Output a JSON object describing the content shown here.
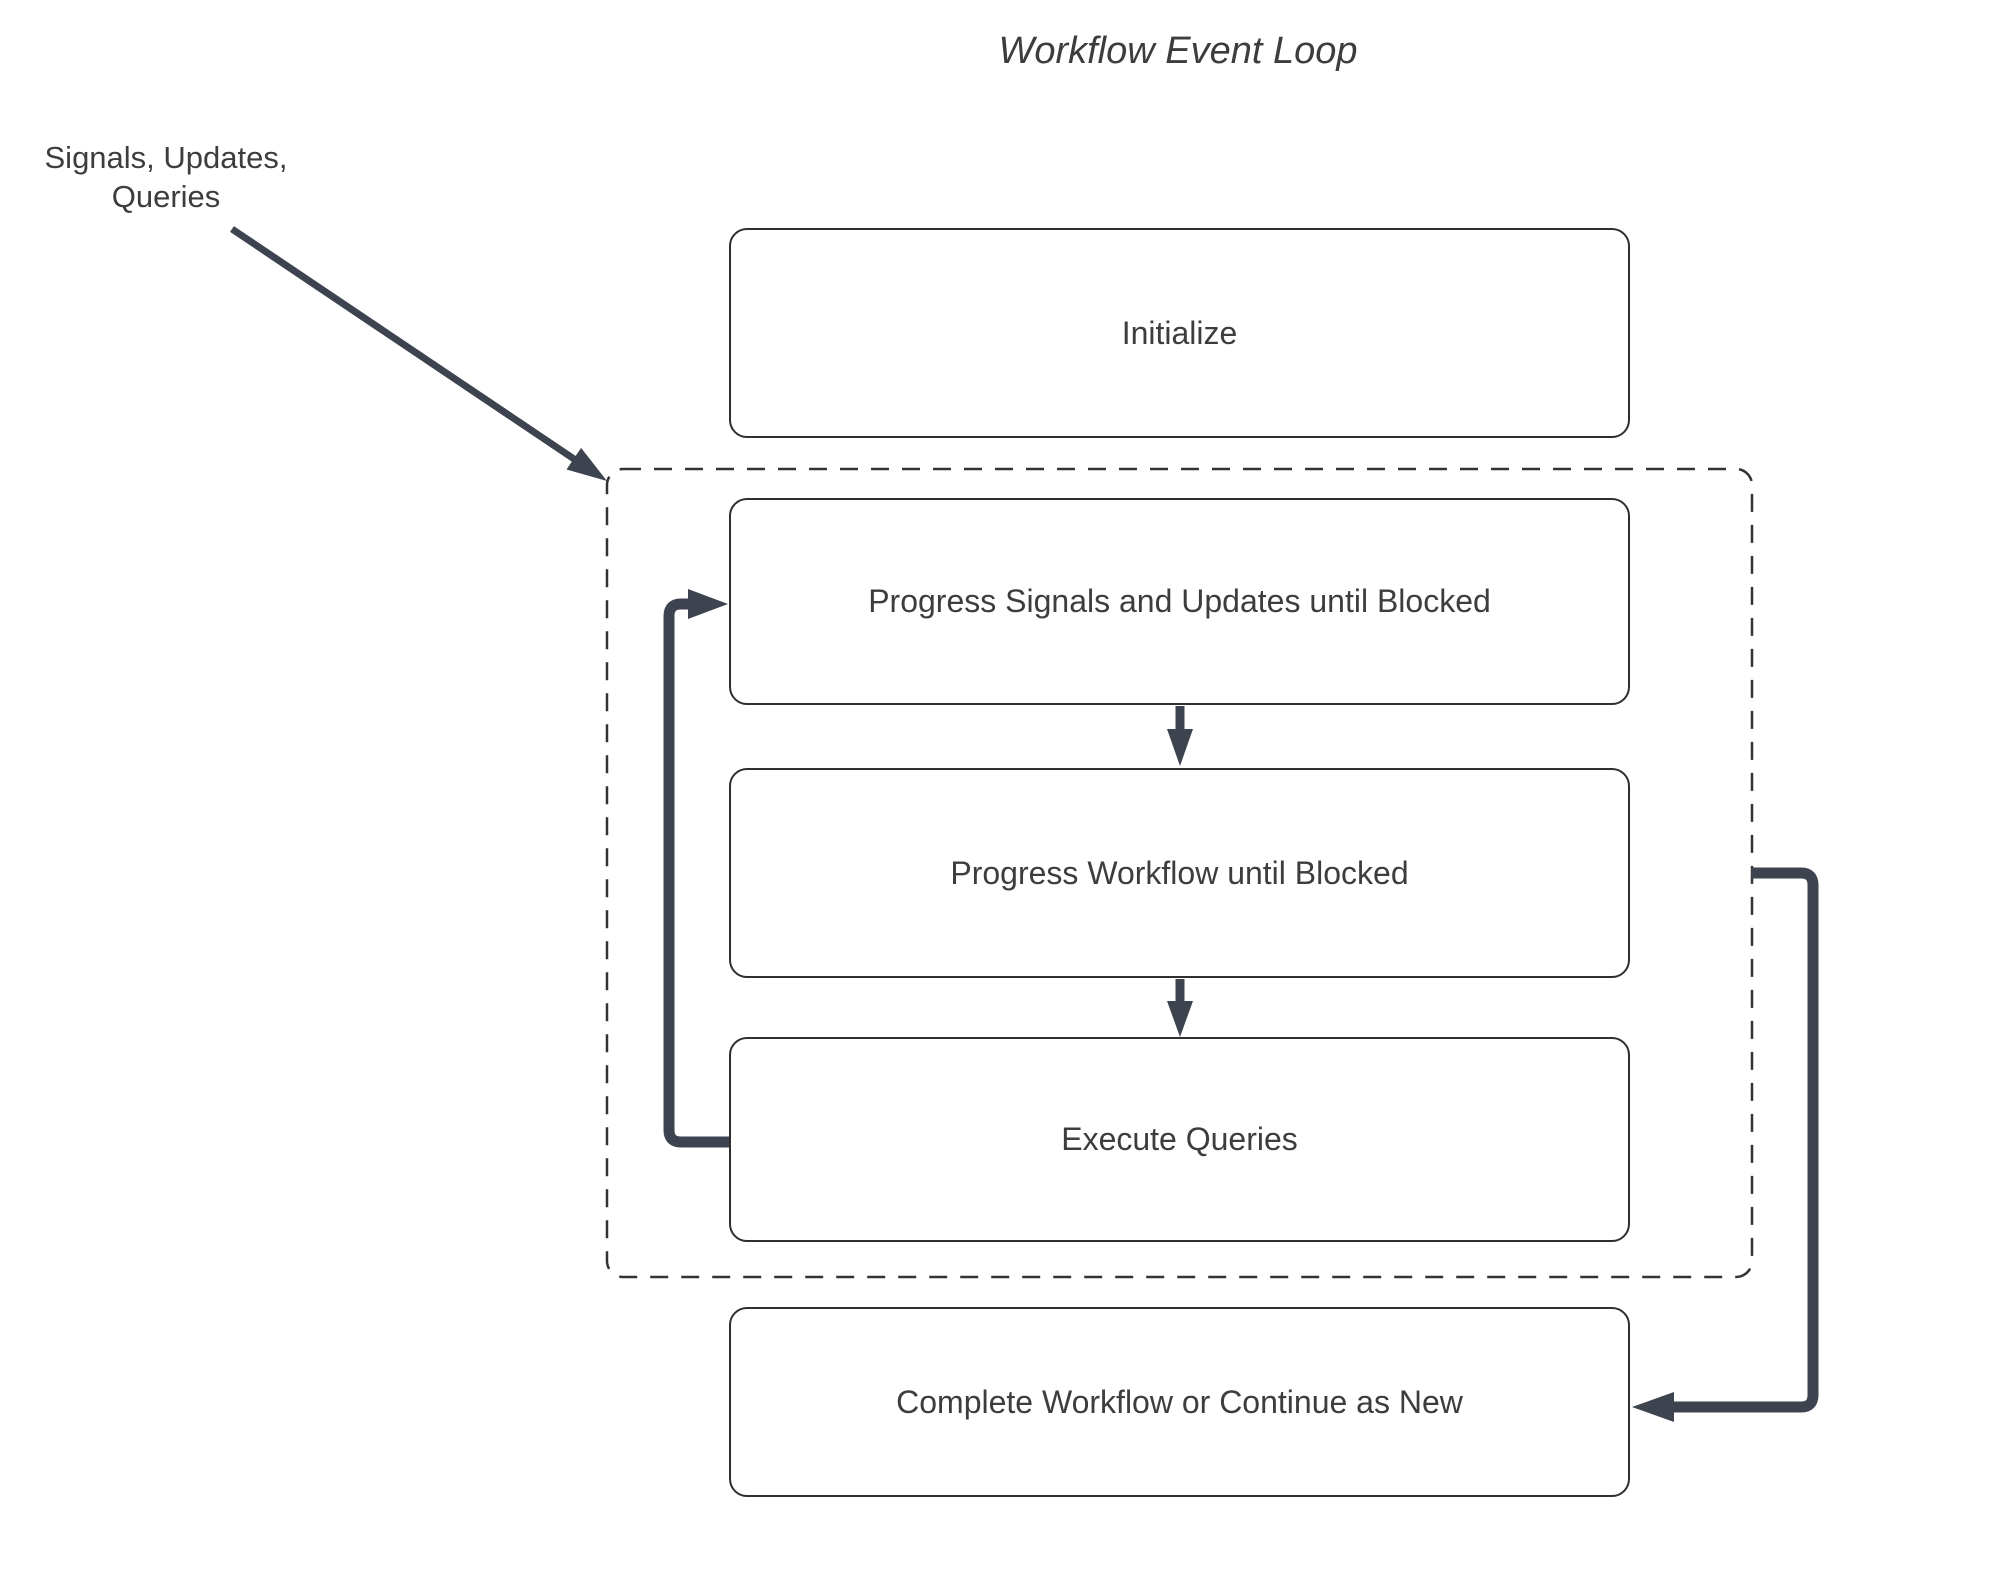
{
  "title": "Workflow Event Loop",
  "external_input": {
    "line1": "Signals, Updates,",
    "line2": "Queries"
  },
  "nodes": {
    "initialize": "Initialize",
    "progress_signals": "Progress Signals and Updates until Blocked",
    "progress_workflow": "Progress Workflow until Blocked",
    "execute_queries": "Execute Queries",
    "complete_workflow": "Complete Workflow or Continue as New"
  },
  "colors": {
    "connector": "#3d4450",
    "box_border": "#2f2f2f",
    "dashed_border": "#333333",
    "text": "#3d3d3d",
    "background": "#ffffff"
  }
}
